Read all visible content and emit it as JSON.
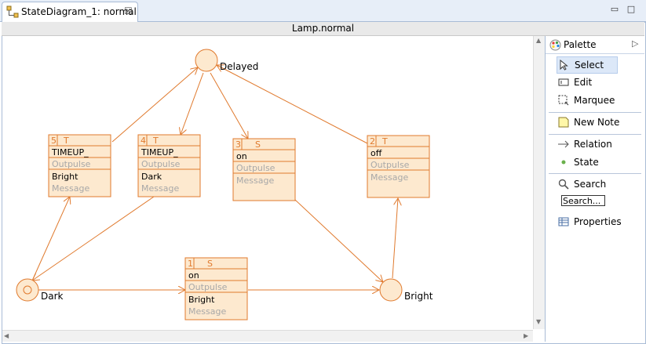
{
  "tab": {
    "title": "StateDiagram_1: normal",
    "close": "☒"
  },
  "canvas": {
    "title": "Lamp.normal"
  },
  "palette": {
    "title": "Palette",
    "items": {
      "select": "Select",
      "edit": "Edit",
      "marquee": "Marquee",
      "new_note": "New Note",
      "relation": "Relation",
      "state": "State",
      "search": "Search",
      "search_input": "Search...",
      "properties": "Properties"
    }
  },
  "diagram": {
    "states": {
      "delayed": "Delayed",
      "dark": "Dark",
      "bright": "Bright"
    },
    "transitions": {
      "t5": {
        "num": "5",
        "kind": "T",
        "trigger": "TIMEUP_",
        "out_label": "Outpulse",
        "target": "Bright",
        "msg_label": "Message"
      },
      "t4": {
        "num": "4",
        "kind": "T",
        "trigger": "TIMEUP_",
        "out_label": "Outpulse",
        "target": "Dark",
        "msg_label": "Message"
      },
      "t3": {
        "num": "3",
        "kind": "S",
        "trigger": "on",
        "out_label": "Outpulse",
        "msg_label": "Message"
      },
      "t2": {
        "num": "2",
        "kind": "T",
        "trigger": "off",
        "out_label": "Outpulse",
        "msg_label": "Message"
      },
      "t1": {
        "num": "1",
        "kind": "S",
        "trigger": "on",
        "out_label": "Outpulse",
        "target": "Bright",
        "msg_label": "Message"
      }
    },
    "colors": {
      "line": "#e07a2e",
      "fill": "#fde9cf",
      "muted": "#a8a8a8"
    }
  }
}
